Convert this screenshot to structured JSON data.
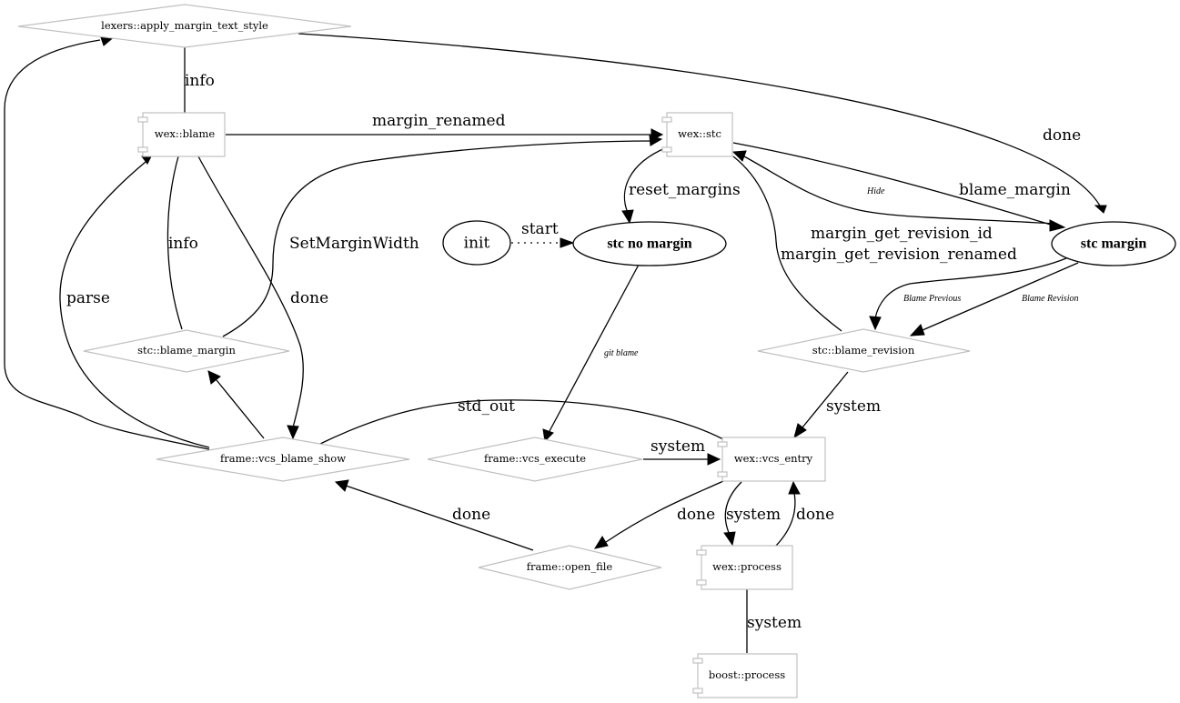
{
  "diagram": {
    "type": "state-flow",
    "nodes": {
      "lexers_apply": {
        "label": "lexers::apply_margin_text_style",
        "shape": "diamond"
      },
      "wex_blame": {
        "label": "wex::blame",
        "shape": "component"
      },
      "wex_stc": {
        "label": "wex::stc",
        "shape": "component"
      },
      "init": {
        "label": "init",
        "shape": "ellipse"
      },
      "stc_no_margin": {
        "label": "stc no margin",
        "shape": "ellipse-bold"
      },
      "stc_margin": {
        "label": "stc margin",
        "shape": "ellipse-bold"
      },
      "stc_blame_margin": {
        "label": "stc::blame_margin",
        "shape": "diamond"
      },
      "stc_blame_revision": {
        "label": "stc::blame_revision",
        "shape": "diamond"
      },
      "frame_vcs_blame_show": {
        "label": "frame::vcs_blame_show",
        "shape": "diamond"
      },
      "frame_vcs_execute": {
        "label": "frame::vcs_execute",
        "shape": "diamond"
      },
      "wex_vcs_entry": {
        "label": "wex::vcs_entry",
        "shape": "component"
      },
      "frame_open_file": {
        "label": "frame::open_file",
        "shape": "diamond"
      },
      "wex_process": {
        "label": "wex::process",
        "shape": "component"
      },
      "boost_process": {
        "label": "boost::process",
        "shape": "component"
      }
    },
    "edges": [
      {
        "from": "lexers_apply",
        "to": "wex_blame",
        "label": "info",
        "arrow": false
      },
      {
        "from": "lexers_apply",
        "to": "stc_margin",
        "label": "done",
        "arrow": true
      },
      {
        "from": "wex_blame",
        "to": "wex_stc",
        "label": "margin_renamed",
        "arrow": true
      },
      {
        "from": "stc_blame_margin",
        "to": "wex_stc",
        "label": "SetMarginWidth",
        "arrow": true
      },
      {
        "from": "wex_blame",
        "to": "stc_blame_margin",
        "label": "info",
        "arrow": false
      },
      {
        "from": "wex_blame",
        "to": "frame_vcs_blame_show",
        "label": "done",
        "arrow": true
      },
      {
        "from": "frame_vcs_blame_show",
        "to": "wex_blame",
        "label": "parse",
        "arrow": true
      },
      {
        "from": "frame_vcs_blame_show",
        "to": "lexers_apply",
        "label": "",
        "arrow": true
      },
      {
        "from": "frame_vcs_blame_show",
        "to": "stc_blame_margin",
        "label": "",
        "arrow": true
      },
      {
        "from": "wex_stc",
        "to": "stc_no_margin",
        "label": "reset_margins",
        "arrow": true
      },
      {
        "from": "wex_stc",
        "to": "stc_margin",
        "label": "blame_margin",
        "arrow": true
      },
      {
        "from": "stc_margin",
        "to": "wex_stc",
        "label": "Hide",
        "arrow": true,
        "small": true
      },
      {
        "from": "stc_blame_revision",
        "to": "wex_stc",
        "label": "margin_get_revision_id\nmargin_get_revision_renamed",
        "arrow": false
      },
      {
        "from": "init",
        "to": "stc_no_margin",
        "label": "start",
        "arrow": true,
        "dotted": true
      },
      {
        "from": "stc_no_margin",
        "to": "frame_vcs_execute",
        "label": "git blame",
        "arrow": true,
        "small": true
      },
      {
        "from": "stc_margin",
        "to": "stc_blame_revision",
        "label": "Blame Previous",
        "arrow": true,
        "small": true
      },
      {
        "from": "stc_margin",
        "to": "stc_blame_revision",
        "label": "Blame Revision",
        "arrow": true,
        "small": true
      },
      {
        "from": "stc_blame_revision",
        "to": "wex_vcs_entry",
        "label": "system",
        "arrow": true
      },
      {
        "from": "frame_vcs_blame_show",
        "to": "wex_vcs_entry",
        "label": "std_out",
        "arrow": false
      },
      {
        "from": "frame_vcs_execute",
        "to": "wex_vcs_entry",
        "label": "system",
        "arrow": true
      },
      {
        "from": "frame_open_file",
        "to": "frame_vcs_blame_show",
        "label": "done",
        "arrow": true
      },
      {
        "from": "wex_vcs_entry",
        "to": "frame_open_file",
        "label": "done",
        "arrow": true
      },
      {
        "from": "wex_vcs_entry",
        "to": "wex_process",
        "label": "system",
        "arrow": true
      },
      {
        "from": "wex_process",
        "to": "wex_vcs_entry",
        "label": "done",
        "arrow": true
      },
      {
        "from": "wex_process",
        "to": "boost_process",
        "label": "system",
        "arrow": false
      }
    ]
  },
  "labels": {
    "info_top": "info",
    "done_top": "done",
    "margin_renamed": "margin_renamed",
    "reset_margins": "reset_margins",
    "hide": "Hide",
    "blame_margin": "blame_margin",
    "info_mid": "info",
    "set_margin_width": "SetMarginWidth",
    "start": "start",
    "margin_get_revision_id": "margin_get_revision_id",
    "margin_get_revision_renamed": "margin_get_revision_renamed",
    "parse": "parse",
    "done_mid": "done",
    "blame_previous": "Blame Previous",
    "blame_revision": "Blame Revision",
    "git_blame": "git blame",
    "std_out": "std_out",
    "system_rev": "system",
    "system_exec": "system",
    "done_open": "done",
    "done_entry": "done",
    "system_proc": "system",
    "done_proc": "done",
    "system_boost": "system"
  }
}
